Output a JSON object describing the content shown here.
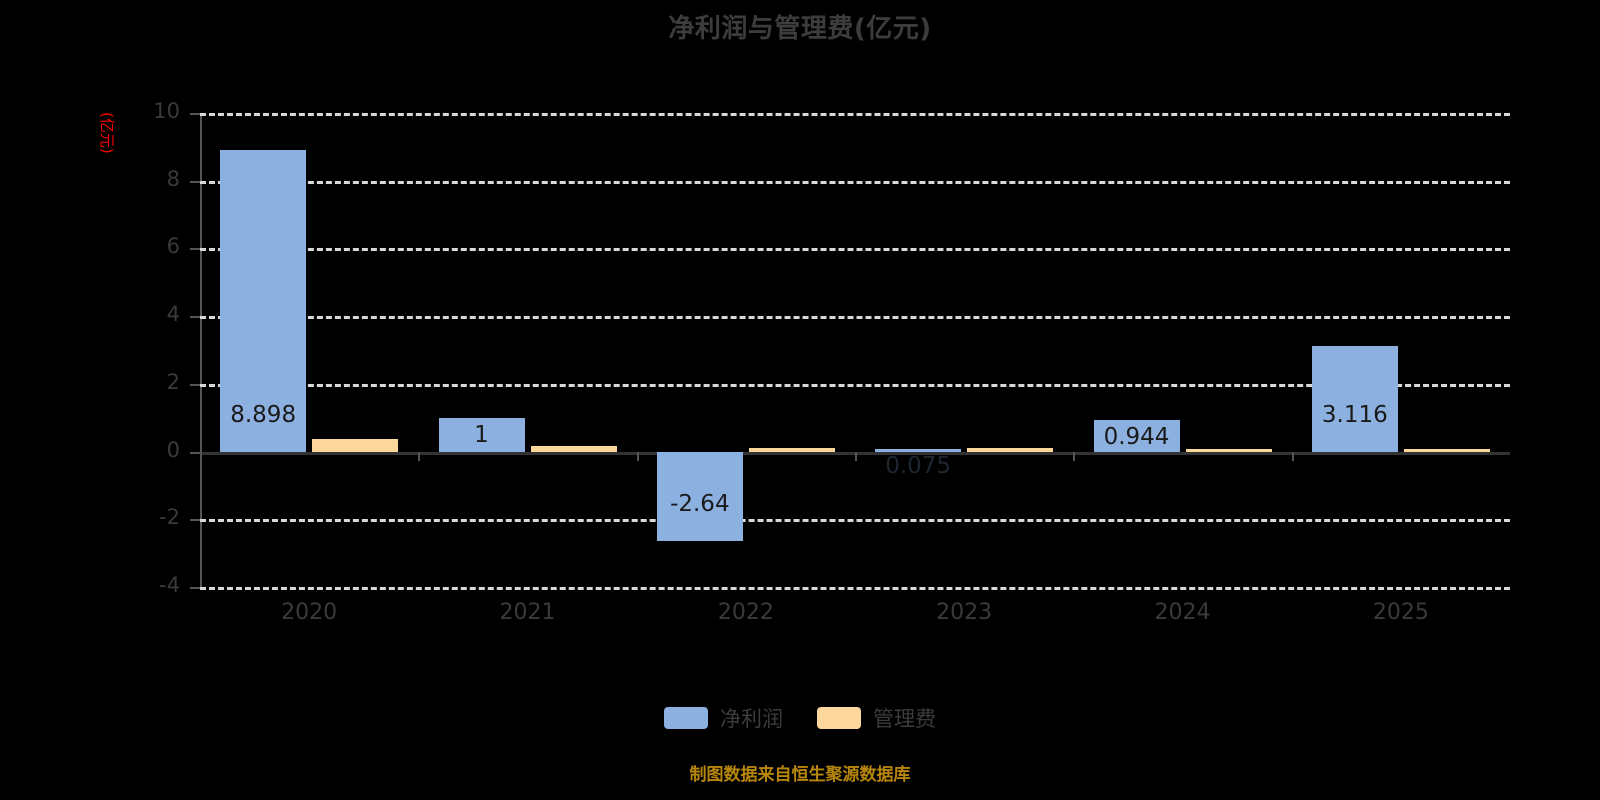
{
  "chart_data": {
    "type": "bar",
    "title": "净利润与管理费(亿元)",
    "xlabel": "",
    "ylabel": "(亿元)",
    "ylim": [
      -4,
      10
    ],
    "yticks": [
      10,
      8,
      6,
      4,
      2,
      0,
      -2,
      -4
    ],
    "ytick_labels": [
      "10",
      "8",
      "6",
      "4",
      "2",
      "0",
      "-2",
      "-4"
    ],
    "grid": true,
    "legend_position": "bottom",
    "categories": [
      "2020",
      "2021",
      "2022",
      "2023",
      "2024",
      "2025"
    ],
    "series": [
      {
        "name": "净利润",
        "color": "#8cb0e0",
        "values": [
          8.898,
          1,
          -2.64,
          0.075,
          0.944,
          3.116
        ],
        "labels": [
          "8.898",
          "1",
          "-2.64",
          "0.075",
          "0.944",
          "3.116"
        ]
      },
      {
        "name": "管理费",
        "color": "#fcd79c",
        "values": [
          0.38,
          0.17,
          0.1,
          0.1,
          0.07,
          0.09
        ],
        "labels": [
          "",
          "",
          "",
          "",
          "",
          ""
        ]
      }
    ],
    "annotations": {
      "footer": "制图数据来自恒生聚源数据库"
    }
  },
  "legend": {
    "items": [
      {
        "label": "净利润",
        "color": "#8cb0e0"
      },
      {
        "label": "管理费",
        "color": "#fcd79c"
      }
    ]
  },
  "axis": {
    "y_title": "(亿元)",
    "y_tick_labels": [
      "10",
      "8",
      "6",
      "4",
      "2",
      "0",
      "-2",
      "-4"
    ],
    "x_tick_labels": [
      "2020",
      "2021",
      "2022",
      "2023",
      "2024",
      "2025"
    ]
  },
  "footer": {
    "note": "制图数据来自恒生聚源数据库"
  },
  "colors": {
    "profit": "#8cb0e0",
    "expense": "#fcd79c",
    "title": "#3c3c3c",
    "axis_label": "#ff0000",
    "footer": "#b8860b",
    "background": "#000000"
  }
}
